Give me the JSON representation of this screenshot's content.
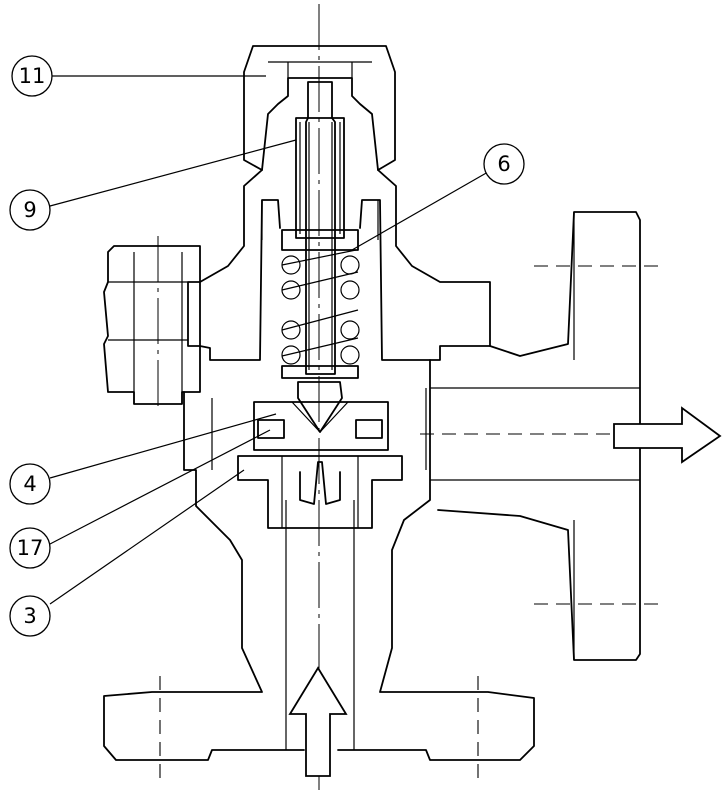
{
  "callouts": [
    {
      "label": "11"
    },
    {
      "label": "9"
    },
    {
      "label": "6"
    },
    {
      "label": "4"
    },
    {
      "label": "17"
    },
    {
      "label": "3"
    }
  ]
}
